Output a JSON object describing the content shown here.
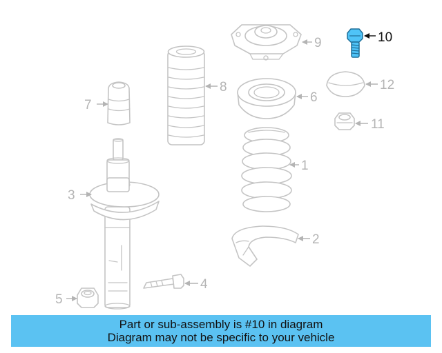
{
  "diagram": {
    "callouts": [
      {
        "num": "1"
      },
      {
        "num": "2"
      },
      {
        "num": "3"
      },
      {
        "num": "4"
      },
      {
        "num": "5"
      },
      {
        "num": "6"
      },
      {
        "num": "7"
      },
      {
        "num": "8"
      },
      {
        "num": "9"
      },
      {
        "num": "10",
        "highlighted": true
      },
      {
        "num": "11"
      },
      {
        "num": "12"
      }
    ],
    "highlight_color": "#4fc3f7",
    "line_color": "#c4c4c4"
  },
  "banner": {
    "line1": "Part or sub-assembly is #10 in diagram",
    "line2": "Diagram may not be specific to your vehicle",
    "background": "#5bc2f2"
  }
}
